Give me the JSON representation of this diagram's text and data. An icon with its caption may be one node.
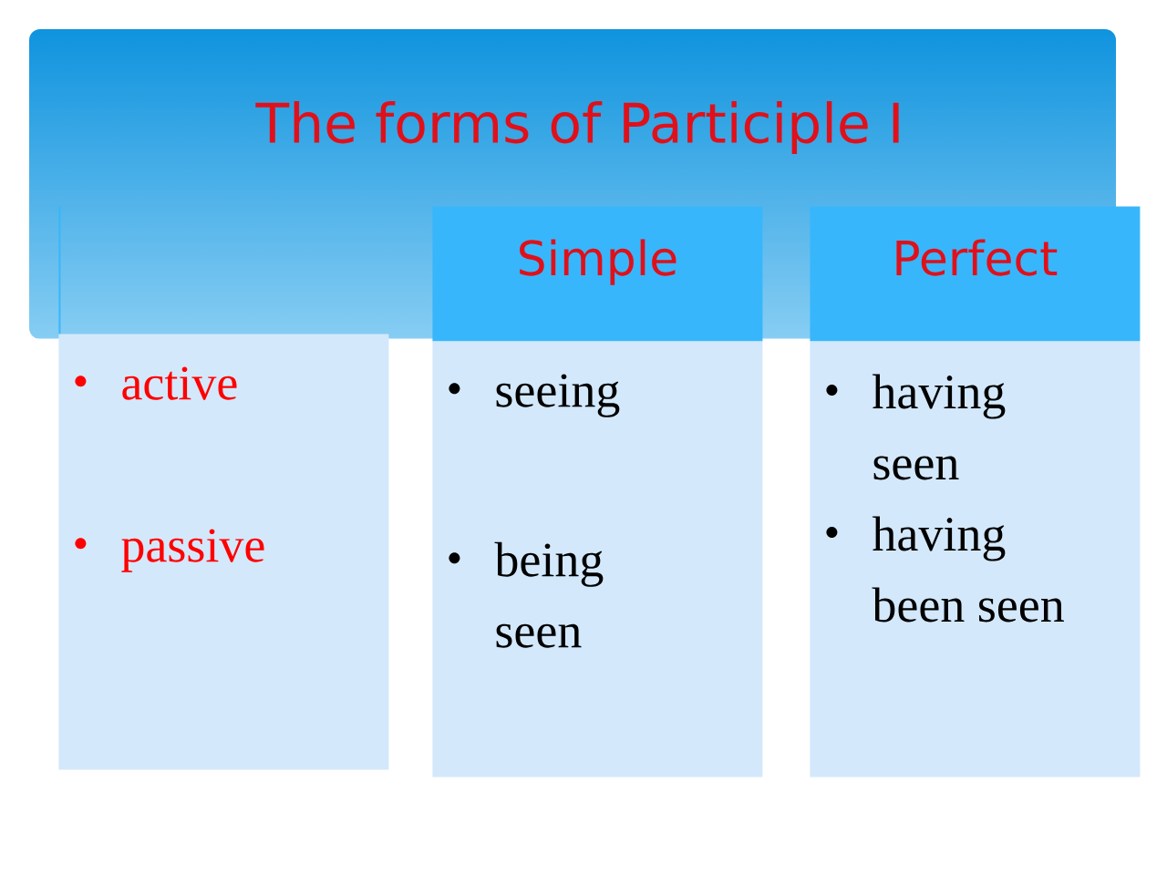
{
  "diagram": {
    "title": "The forms of Participle I",
    "nodes": [
      {
        "text": [],
        "shape": "box"
      },
      {
        "text": [
          "active",
          "passive"
        ]
      },
      {
        "text": [
          "Simple"
        ]
      },
      {
        "text": [
          "seeing",
          "being seen"
        ]
      },
      {
        "text": [
          "Perfect"
        ]
      },
      {
        "text": [
          "having seen",
          "having been seen"
        ]
      }
    ]
  }
}
